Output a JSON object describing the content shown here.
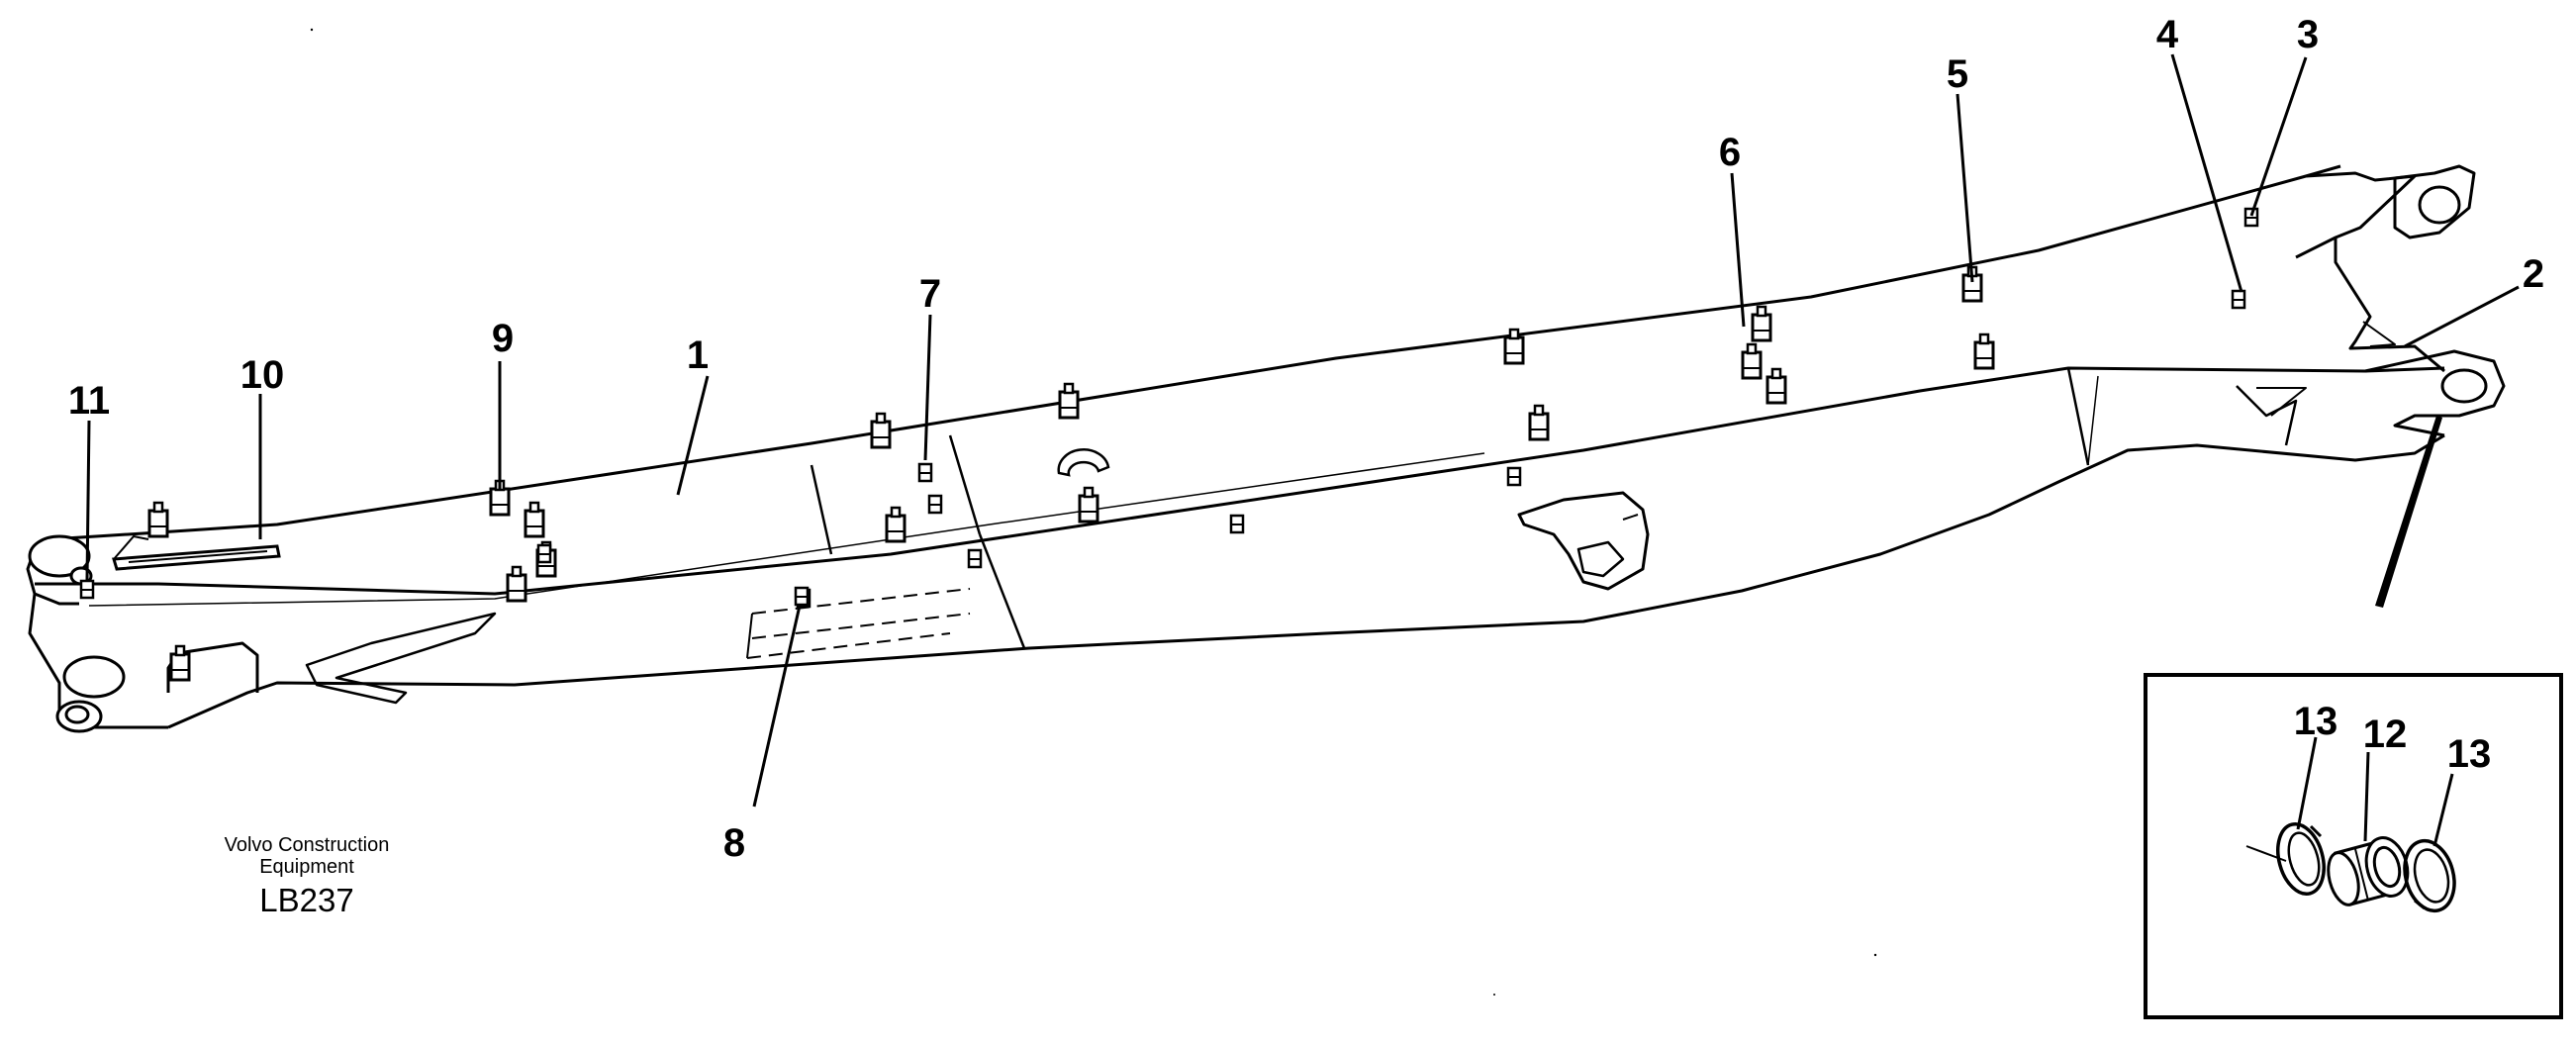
{
  "callouts": {
    "c1": "1",
    "c2": "2",
    "c3": "3",
    "c4": "4",
    "c5": "5",
    "c6": "6",
    "c7": "7",
    "c8": "8",
    "c9": "9",
    "c10": "10",
    "c11": "11",
    "c12": "12",
    "c13a": "13",
    "c13b": "13"
  },
  "caption": {
    "line1": "Volvo Construction",
    "line2": "Equipment",
    "code": "LB237"
  }
}
